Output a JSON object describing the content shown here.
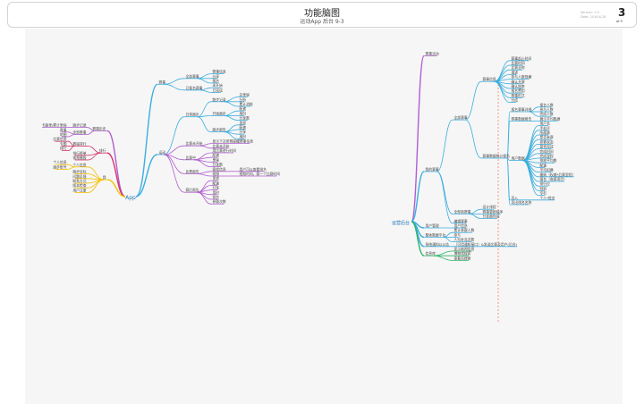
{
  "header": {
    "title": "功能脑图",
    "subtitle": "运动App 后台 9-3",
    "version": "Version: 1.0",
    "date": "Date: 2018.6.28",
    "page": "3",
    "page_of": "of 9"
  },
  "maps": [
    {
      "id": "app",
      "label": "App",
      "color": "#3d9bd6",
      "children": [
        {
          "label": "赛事",
          "color": "#3aaee0",
          "children": [
            {
              "label": "全部赛事",
              "children": [
                {
                  "label": "赛事信息"
                },
                {
                  "label": "分享"
                },
                {
                  "label": "报名"
                }
              ]
            },
            {
              "label": "已报名赛事",
              "children": [
                {
                  "label": "未开始"
                },
                {
                  "label": "已完成"
                }
              ]
            }
          ]
        },
        {
          "label": "运动",
          "color": "#3aaee0",
          "children": [
            {
              "label": "日常跑步",
              "children": [
                {
                  "label": "跑步记录",
                  "children": [
                    {
                      "label": "总里程"
                    },
                    {
                      "label": "分析"
                    },
                    {
                      "label": "累计消耗"
                    }
                  ]
                },
                {
                  "label": "开始跑步",
                  "children": [
                    {
                      "label": "配速"
                    },
                    {
                      "label": "用时"
                    },
                    {
                      "label": "分享数"
                    }
                  ]
                },
                {
                  "label": "跑步报告",
                  "children": [
                    {
                      "label": "里程"
                    },
                    {
                      "label": "配速"
                    },
                    {
                      "label": "分享"
                    },
                    {
                      "label": "用时"
                    }
                  ]
                }
              ]
            },
            {
              "label": "比赛未开始",
              "color": "#b05ed0",
              "children": [
                {
                  "label": "显示下次参赛提醒赛事信息"
                },
                {
                  "label": "比赛未开始"
                }
              ]
            },
            {
              "label": "比赛中",
              "color": "#b05ed0",
              "children": [
                {
                  "label": "用比赛进行时间"
                },
                {
                  "label": "配速"
                },
                {
                  "label": "里程"
                },
                {
                  "label": "分享数"
                }
              ]
            },
            {
              "label": "比赛报告",
              "color": "#b05ed0",
              "children": [
                {
                  "label": "赛程信息",
                  "children": [
                    {
                      "label": "用户可以查看排名"
                    }
                  ]
                },
                {
                  "label": "视频",
                  "children": [
                    {
                      "label": "视频时间，赛一个比赛时间"
                    }
                  ]
                }
              ]
            },
            {
              "label": "赛后报告",
              "color": "#b05ed0",
              "children": [
                {
                  "label": "里程"
                },
                {
                  "label": "配速"
                },
                {
                  "label": "分享"
                },
                {
                  "label": "用时"
                },
                {
                  "label": "排名"
                },
                {
                  "label": "参赛次数"
                }
              ]
            }
          ]
        },
        {
          "label": "赛事历史",
          "color": "#b05ed0",
          "side": "left",
          "children": [
            {
              "label": "跑步记录",
              "children": [
                {
                  "label": "卡路里/累计里程"
                }
              ]
            },
            {
              "label": "全部赛事",
              "children": [
                {
                  "label": "赛事"
                },
                {
                  "label": "地图"
                }
              ]
            }
          ]
        },
        {
          "label": "排行",
          "color": "#d6336c",
          "side": "left",
          "children": [
            {
              "label": "赛程排行",
              "children": [
                {
                  "label": "比赛信息"
                },
                {
                  "label": "专题"
                },
                {
                  "label": "排行"
                }
              ]
            },
            {
              "label": "排行榜单"
            },
            {
              "label": "视频播报"
            }
          ]
        },
        {
          "label": "我",
          "color": "#f3c000",
          "side": "left",
          "children": [
            {
              "label": "个人信息",
              "children": [
                {
                  "label": "个人信息"
                },
                {
                  "label": "跑步账号"
                }
              ]
            },
            {
              "label": "跑步目标"
            },
            {
              "label": "问题反馈"
            },
            {
              "label": "联系方式"
            },
            {
              "label": "版本检查"
            },
            {
              "label": "用户注册"
            }
          ]
        }
      ]
    },
    {
      "id": "ops",
      "label": "运营后台",
      "color": "#3d9bd6",
      "children": [
        {
          "label": "赛事活动",
          "color": "#b05ed0"
        },
        {
          "label": "我的赛事",
          "color": "#3aaee0",
          "children": [
            {
              "label": "全部赛事",
              "children": [
                {
                  "label": "赛事信息",
                  "children": [
                    {
                      "label": "赛事起止时间"
                    },
                    {
                      "label": "比赛时间"
                    },
                    {
                      "label": "比赛全称"
                    },
                    {
                      "label": "描述"
                    },
                    {
                      "label": "参与人数规模"
                    },
                    {
                      "label": "确认开赛"
                    },
                    {
                      "label": "确认结束"
                    },
                    {
                      "label": "报名费用"
                    },
                    {
                      "label": "赛事形式"
                    },
                    {
                      "label": "分成"
                    }
                  ]
                },
                {
                  "label": "赛事数据统计报告",
                  "children": [
                    {
                      "label": "报名赛事详细",
                      "children": [
                        {
                          "label": "报名人数"
                        },
                        {
                          "label": "参与人数"
                        },
                        {
                          "label": "完成人数"
                        }
                      ]
                    },
                    {
                      "label": "赛事数据报告",
                      "children": [
                        {
                          "label": "展示平均数据"
                        }
                      ]
                    },
                    {
                      "label": "用户数据",
                      "children": [
                        {
                          "label": "用户名"
                        },
                        {
                          "label": "手机号"
                        },
                        {
                          "label": "所属赛"
                        },
                        {
                          "label": "是否参赛"
                        },
                        {
                          "label": "参赛状态"
                        },
                        {
                          "label": "是否完成"
                        },
                        {
                          "label": "完成时间"
                        },
                        {
                          "label": "完成里程"
                        },
                        {
                          "label": "排放平均数"
                        },
                        {
                          "label": "配速"
                        },
                        {
                          "label": "平均扣缴"
                        },
                        {
                          "label": "缴纳（权威*后赛里程）"
                        },
                        {
                          "label": "报名（各赛项目）"
                        },
                        {
                          "label": "排行位"
                        },
                        {
                          "label": "特别"
                        },
                        {
                          "label": "专栏"
                        }
                      ]
                    },
                    {
                      "label": "导入",
                      "children": [
                        {
                          "label": "个人*姓名"
                        }
                      ]
                    },
                    {
                      "label": "导出排名名称"
                    }
                  ]
                }
              ]
            },
            {
              "label": "全部新赛事",
              "children": [
                {
                  "label": "设计排程"
                },
                {
                  "label": "赛事更新程序"
                },
                {
                  "label": "分享跑时间"
                }
              ]
            },
            {
              "label": "编辑赛事"
            }
          ]
        },
        {
          "label": "用户管理",
          "color": "#3aaee0",
          "children": [
            {
              "label": "用户信息"
            }
          ]
        },
        {
          "label": "整体数据平台",
          "color": "#3aaee0",
          "children": [
            {
              "label": "累计参赛人数"
            },
            {
              "label": "参与"
            },
            {
              "label": "人均补充次数"
            }
          ]
        },
        {
          "label": "系统通知以公告",
          "color": "#3aaee0",
          "children": [
            {
              "label": "（可用通知接口）&发送比赛及用户(后台)"
            }
          ]
        },
        {
          "label": "信息库",
          "color": "#2fb36a",
          "children": [
            {
              "label": "显示新闻信息"
            },
            {
              "label": "博物馆搜索"
            },
            {
              "label": "查看信搜索"
            }
          ]
        }
      ]
    }
  ]
}
